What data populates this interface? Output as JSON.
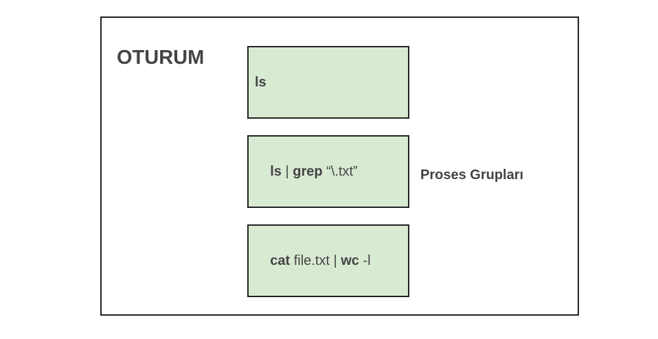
{
  "session": {
    "title": "OTURUM"
  },
  "process_groups": [
    {
      "tokens": [
        {
          "text": "ls",
          "bold": true
        }
      ]
    },
    {
      "tokens": [
        {
          "text": "ls",
          "bold": true
        },
        {
          "text": " | ",
          "bold": false
        },
        {
          "text": "grep",
          "bold": true
        },
        {
          "text": " “\\.txt”",
          "bold": false
        }
      ]
    },
    {
      "tokens": [
        {
          "text": "cat",
          "bold": true
        },
        {
          "text": " file.txt | ",
          "bold": false
        },
        {
          "text": "wc",
          "bold": true
        },
        {
          "text": " -l",
          "bold": false
        }
      ]
    }
  ],
  "groups_label": "Proses Grupları",
  "colors": {
    "box_fill": "#d9ead3",
    "border": "#222222",
    "text": "#444444"
  }
}
